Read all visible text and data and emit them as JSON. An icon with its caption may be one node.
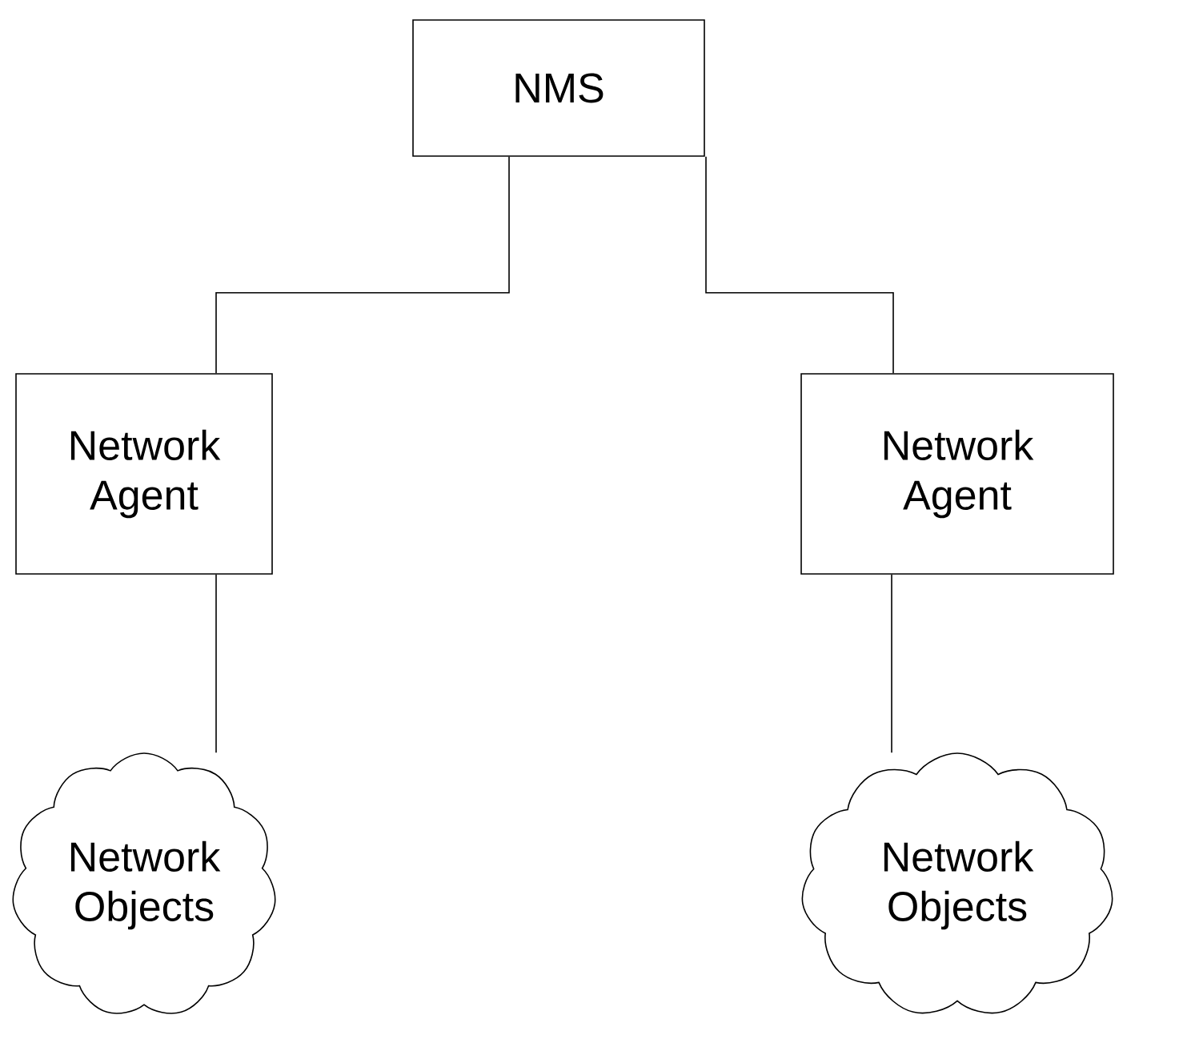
{
  "diagram": {
    "nodes": [
      {
        "text": [
          "NMS"
        ]
      },
      {
        "text": [
          "Network Agent"
        ]
      },
      {
        "text": [
          "Network Agent"
        ]
      },
      {
        "text": [
          "Network Objects"
        ]
      },
      {
        "text": [
          "Network Objects"
        ]
      }
    ],
    "edges": [
      {
        "from": 0,
        "to": 1,
        "arrow": "none"
      },
      {
        "from": 0,
        "to": 2,
        "arrow": "none"
      },
      {
        "from": 1,
        "to": 3,
        "arrow": "none"
      },
      {
        "from": 2,
        "to": 4,
        "arrow": "none"
      }
    ]
  }
}
